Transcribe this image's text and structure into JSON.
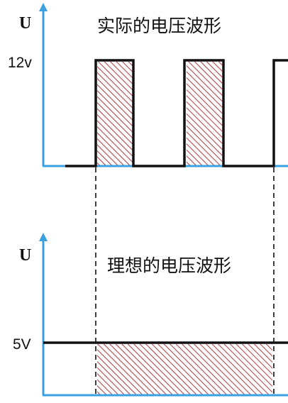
{
  "top_graph": {
    "title": "实际的电压波形",
    "y_axis_label": "U",
    "level_label": "12v"
  },
  "bottom_graph": {
    "title": "理想的电压波形",
    "y_axis_label": "U",
    "level_label": "5V"
  },
  "colors": {
    "axis": "#3aa0e0",
    "waveform": "#111111",
    "hatch": "#b5474f",
    "hatch_background": "#ffffff",
    "guide_line": "#111111"
  }
}
